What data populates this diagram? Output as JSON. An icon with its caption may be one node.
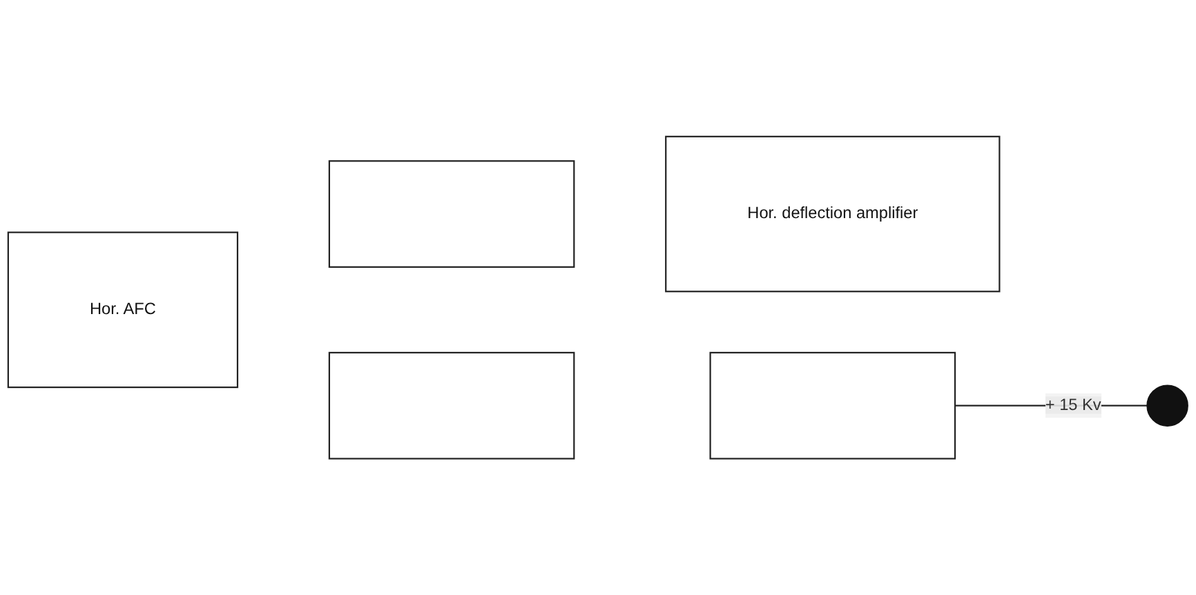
{
  "diagram": {
    "nodes": [
      {
        "text": [],
        "shape": "box"
      },
      {
        "text": [
          "Hor. deflection amplifier"
        ]
      },
      {
        "text": [
          "Hor. AFC"
        ]
      },
      {
        "text": [],
        "shape": "box"
      },
      {
        "text": [],
        "shape": "box"
      },
      {
        "text": [],
        "shape": "circle"
      }
    ],
    "edges": [
      {
        "from": 4,
        "to": 5,
        "label": "+ 15 Kv",
        "arrow": "none"
      }
    ]
  }
}
